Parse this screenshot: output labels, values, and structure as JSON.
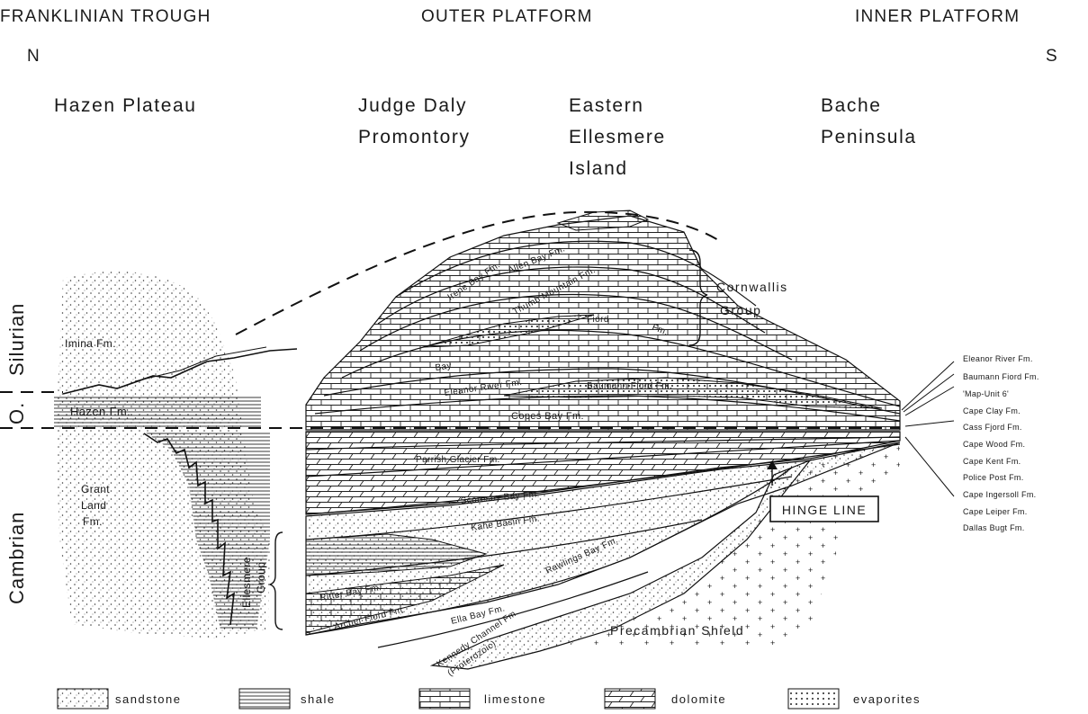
{
  "header": {
    "regions": [
      "FRANKLINIAN TROUGH",
      "OUTER PLATFORM",
      "INNER PLATFORM"
    ],
    "north": "N",
    "south": "S"
  },
  "localities": [
    {
      "lines": [
        "Hazen Plateau"
      ]
    },
    {
      "lines": [
        "Judge Daly",
        "Promontory"
      ]
    },
    {
      "lines": [
        "Eastern",
        "Ellesmere",
        "Island"
      ]
    },
    {
      "lines": [
        "Bache",
        "Peninsula"
      ]
    }
  ],
  "ages": {
    "silurian": "Silurian",
    "ordovician": "O.",
    "cambrian": "Cambrian"
  },
  "formations": {
    "imina": "Imina Fm.",
    "hazen": "Hazen Fm.",
    "grant_land": [
      "Grant",
      "Land",
      "Fm."
    ],
    "ellesmere_group": [
      "Ellesmere",
      "Group"
    ],
    "allen_bay": "Allen Bay Fm.",
    "irene_bay": "Irene Bay Fm.",
    "thumb_mountain": "Thumb Mountain Fm.",
    "fiord": "Fiord",
    "fm": "Fm.",
    "bay": "Bay",
    "eleanor_river": "Eleanor River Fm.",
    "baumann_fiord": "Baumann Fiord Fm.",
    "copes_bay": "Copes Bay Fm.",
    "parrish_glacier": "Parrish Glacier Fm.",
    "scoresby_bay": "Scoresby Bay Fm.",
    "kane_basin": "Kane Basin Fm.",
    "rawlings_bay": "Rawlings Bay Fm.",
    "ritter_bay": "Ritter Bay Fm.",
    "archer_fiord": "Archer Fiord Fm.",
    "ella_bay": "Ella Bay Fm.",
    "kennedy_channel": [
      "Kennedy Channel Fm.",
      "(Proterozoic)"
    ],
    "precambrian_shield": "Precambrian Shield",
    "cornwallis_group": [
      "Cornwallis",
      "Group"
    ]
  },
  "hinge_line": "HINGE LINE",
  "inner_platform_units": [
    "Eleanor River Fm.",
    "Baumann Fiord Fm.",
    "'Map-Unit 6'",
    "Cape Clay Fm.",
    "Cass Fjord Fm.",
    "Cape Wood Fm.",
    "Cape Kent Fm.",
    "Police Post Fm.",
    "Cape Ingersoll Fm.",
    "Cape Leiper Fm.",
    "Dallas Bugt Fm."
  ],
  "legend": [
    {
      "pattern": "sandstone",
      "label": "sandstone"
    },
    {
      "pattern": "shale",
      "label": "shale"
    },
    {
      "pattern": "limestone",
      "label": "limestone"
    },
    {
      "pattern": "dolomite",
      "label": "dolomite"
    },
    {
      "pattern": "evaporites",
      "label": "evaporites"
    }
  ]
}
